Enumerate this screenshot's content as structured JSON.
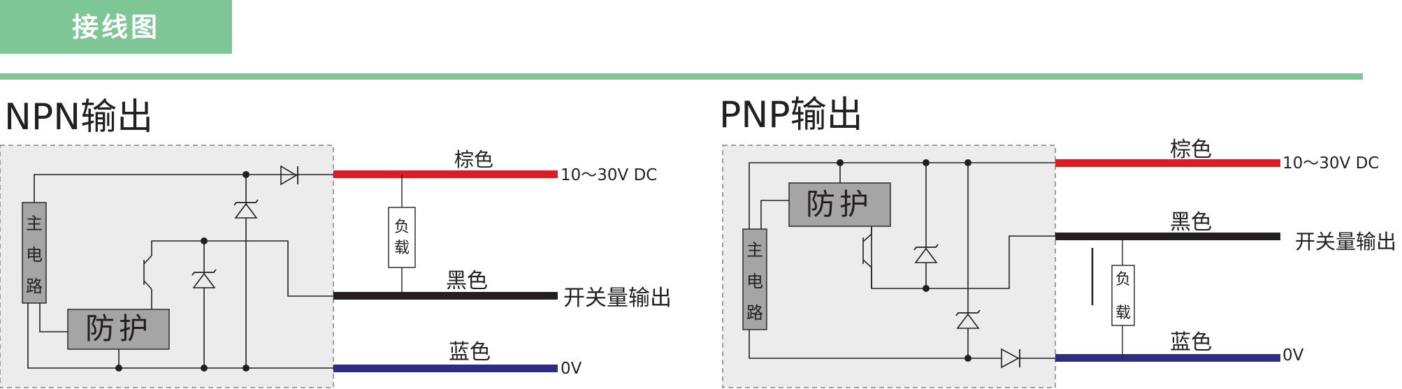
{
  "header": {
    "title": "接线图",
    "accent_color": "#7ec695"
  },
  "colors": {
    "brown_wire": "#d61f26",
    "black_wire": "#231f20",
    "blue_wire": "#2b2e83",
    "panel_fill": "#ececec",
    "box_fill": "#a5a5a5",
    "line": "#231f20"
  },
  "npn": {
    "heading": "NPN输出",
    "main_circuit": [
      "主",
      "电",
      "路"
    ],
    "protection": "防护",
    "load": [
      "负",
      "载"
    ],
    "wires": [
      {
        "color_name": "棕色",
        "terminal": "10～30V DC"
      },
      {
        "color_name": "黑色",
        "terminal": "开关量输出"
      },
      {
        "color_name": "蓝色",
        "terminal": "0V"
      }
    ]
  },
  "pnp": {
    "heading": "PNP输出",
    "main_circuit": [
      "主",
      "电",
      "路"
    ],
    "protection": "防护",
    "load": [
      "负",
      "载"
    ],
    "wires": [
      {
        "color_name": "棕色",
        "terminal": "10～30V DC"
      },
      {
        "color_name": "黑色",
        "terminal": "开关量输出"
      },
      {
        "color_name": "蓝色",
        "terminal": "0V"
      }
    ]
  }
}
